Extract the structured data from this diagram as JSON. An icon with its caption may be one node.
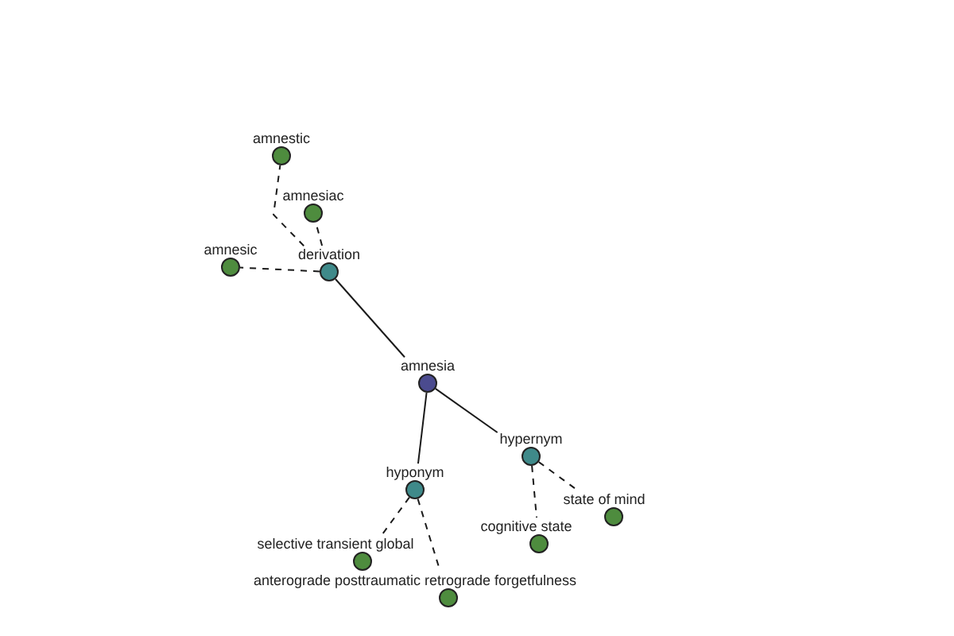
{
  "diagram": {
    "nodes": [
      {
        "text": [
          "amnestic"
        ]
      },
      {
        "text": [
          "amnesiac"
        ]
      },
      {
        "text": [
          "amnesic"
        ]
      },
      {
        "text": [
          "derivation"
        ]
      },
      {
        "text": [
          "amnesia"
        ]
      },
      {
        "text": [
          "hypernym"
        ]
      },
      {
        "text": [
          "hyponym"
        ]
      },
      {
        "text": [
          "state of mind"
        ]
      },
      {
        "text": [
          "cognitive state"
        ]
      },
      {
        "text": [
          "selective transient global"
        ]
      },
      {
        "text": [
          "anterograde posttraumatic retrograde forgetfulness"
        ]
      }
    ],
    "edges": [
      {
        "from": 4,
        "to": 3,
        "arrow": "none"
      },
      {
        "from": 4,
        "to": 5,
        "arrow": "none"
      },
      {
        "from": 4,
        "to": 6,
        "arrow": "none"
      },
      {
        "from": 3,
        "to": 0,
        "arrow": "none",
        "style": "dashed"
      },
      {
        "from": 3,
        "to": 1,
        "arrow": "none",
        "style": "dashed"
      },
      {
        "from": 3,
        "to": 2,
        "arrow": "none",
        "style": "dashed"
      },
      {
        "from": 5,
        "to": 7,
        "arrow": "none",
        "style": "dashed"
      },
      {
        "from": 5,
        "to": 8,
        "arrow": "none",
        "style": "dashed"
      },
      {
        "from": 6,
        "to": 9,
        "arrow": "none",
        "style": "dashed"
      },
      {
        "from": 6,
        "to": 10,
        "arrow": "none",
        "style": "dashed"
      }
    ]
  }
}
